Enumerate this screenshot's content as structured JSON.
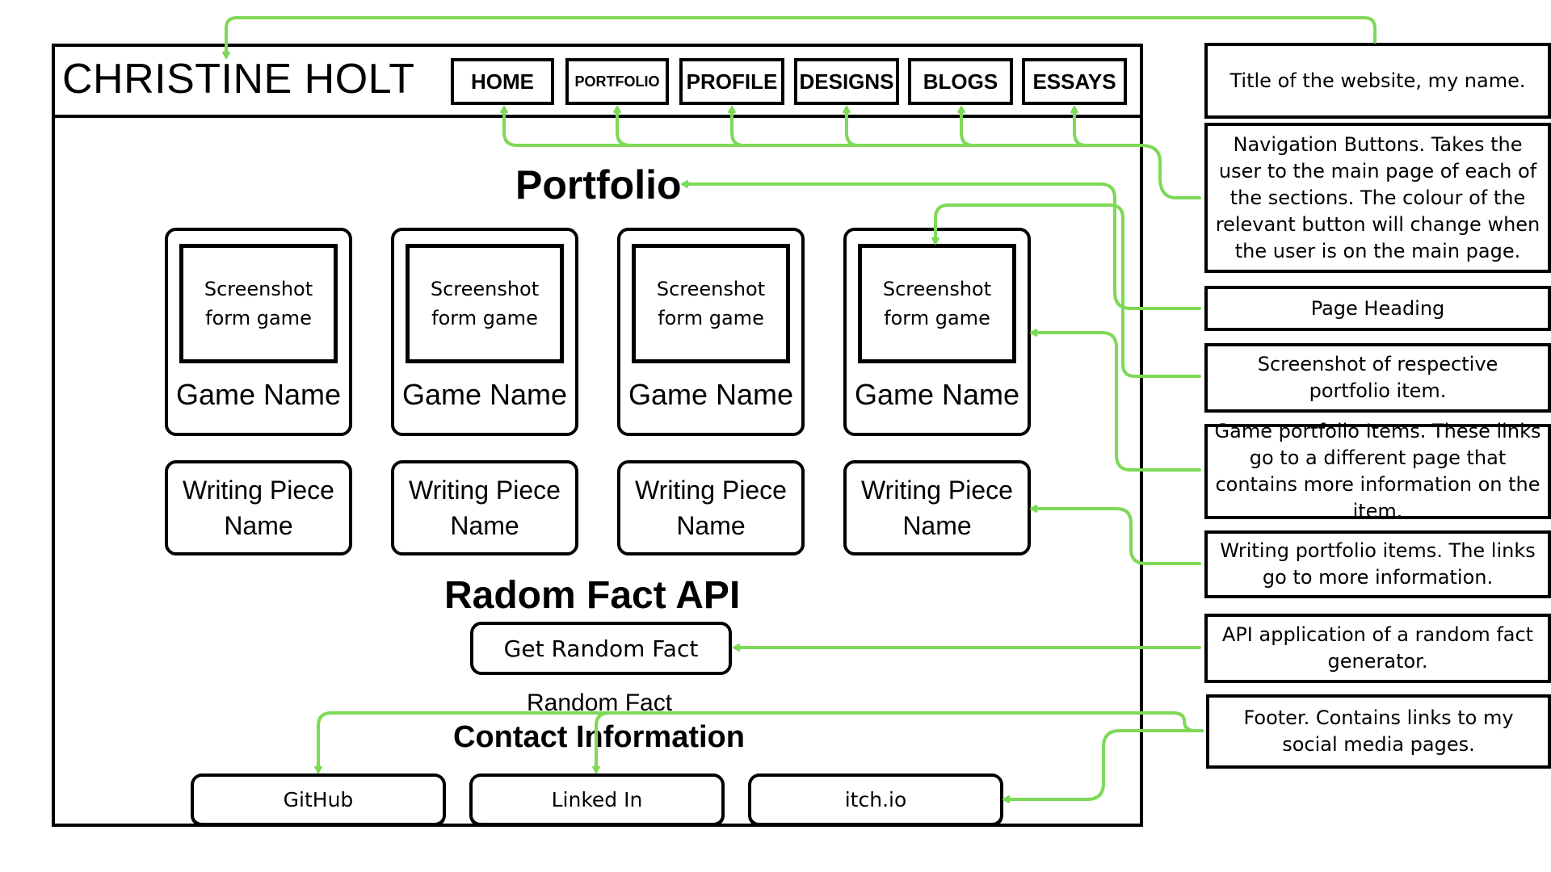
{
  "site": {
    "title": "CHRISTINE HOLT",
    "nav": [
      "HOME",
      "PORTFOLIO",
      "PROFILE",
      "DESIGNS",
      "BLOGS",
      "ESSAYS"
    ]
  },
  "portfolio": {
    "heading": "Portfolio",
    "games": [
      {
        "screenshot": "Screenshot\nform game",
        "name": "Game Name"
      },
      {
        "screenshot": "Screenshot\nform game",
        "name": "Game Name"
      },
      {
        "screenshot": "Screenshot\nform game",
        "name": "Game Name"
      },
      {
        "screenshot": "Screenshot\nform game",
        "name": "Game Name"
      }
    ],
    "writing": [
      "Writing Piece\nName",
      "Writing Piece\nName",
      "Writing Piece\nName",
      "Writing Piece\nName"
    ]
  },
  "api": {
    "heading": "Radom Fact API",
    "button": "Get Random Fact",
    "fact": "Random Fact"
  },
  "contact": {
    "heading": "Contact Information",
    "links": [
      "GitHub",
      "Linked In",
      "itch.io"
    ]
  },
  "annotations": [
    "Title of the website, my name.",
    "Navigation Buttons. Takes the user to the main page of each of the sections. The colour of the relevant button will change when the user is on the main page.",
    "Page Heading",
    "Screenshot of respective portfolio item.",
    "Game portfolio Items. These links go to a different page that contains more information on the item.",
    "Writing portfolio items. The links go to more information.",
    "API application of a random fact generator.",
    "Footer. Contains links to my social media pages."
  ],
  "colors": {
    "arrow": "#7ed957",
    "outline": "#000000"
  }
}
